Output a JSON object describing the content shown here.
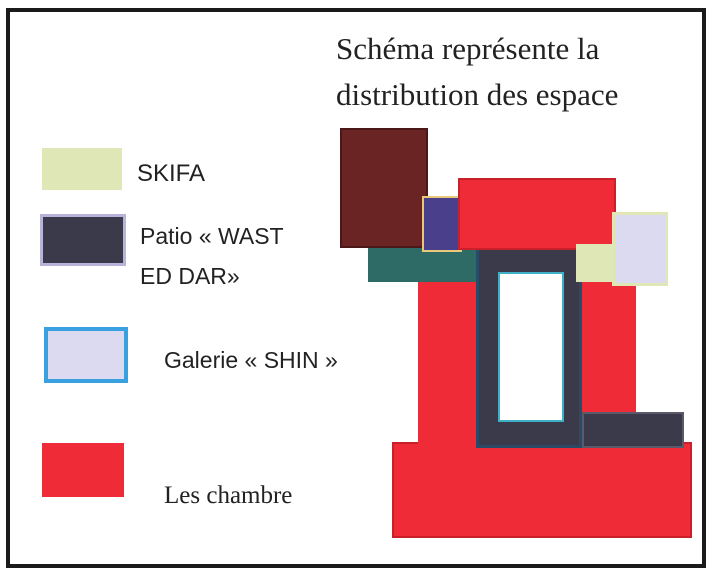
{
  "title": {
    "line1": "Schéma représente la",
    "line2": "distribution des espace"
  },
  "legend": [
    {
      "label": "SKIFA",
      "color": "#dfe7b6"
    },
    {
      "label_line1": "Patio « WAST",
      "label_line2": "ED DAR»",
      "color": "#3a3a4a"
    },
    {
      "label": "Galerie « SHIN »",
      "color": "#dcdaf0"
    },
    {
      "label": "Les chambre",
      "color": "#ee2b36"
    }
  ],
  "colors": {
    "chambre": "#ee2b36",
    "patio": "#3a3a4a",
    "galerie": "#dcdaf0",
    "skifa": "#dfe7b6",
    "dark_red": "#6b2424",
    "teal": "#2e6b66",
    "purple": "#4a3f8a"
  }
}
